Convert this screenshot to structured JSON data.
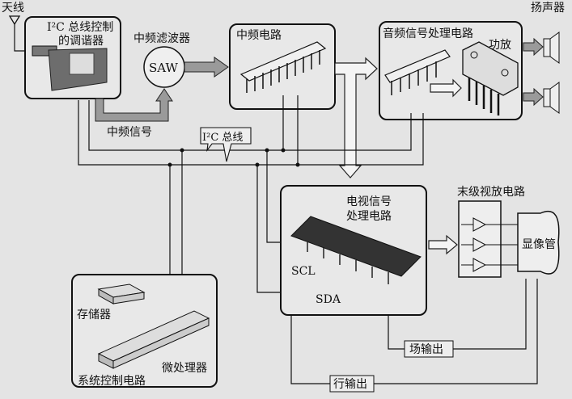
{
  "labels": {
    "antenna": "天线",
    "tuner_line1": "I²C 总线控制",
    "tuner_line2": "的调谐器",
    "saw_title": "中频滤波器",
    "saw": "SAW",
    "if_signal": "中频信号",
    "if_circuit": "中频电路",
    "i2c_bus": "I²C 总线",
    "audio_circuit": "音频信号处理电路",
    "power_amp": "功放",
    "speaker": "扬声器",
    "tv_line1": "电视信号",
    "tv_line2": "处理电路",
    "scl": "SCL",
    "sda": "SDA",
    "final_video": "末级视放电路",
    "crt": "显像管",
    "memory": "存储器",
    "mcu": "微处理器",
    "system_control": "系统控制电路",
    "field_output": "场输出",
    "line_output": "行输出"
  }
}
